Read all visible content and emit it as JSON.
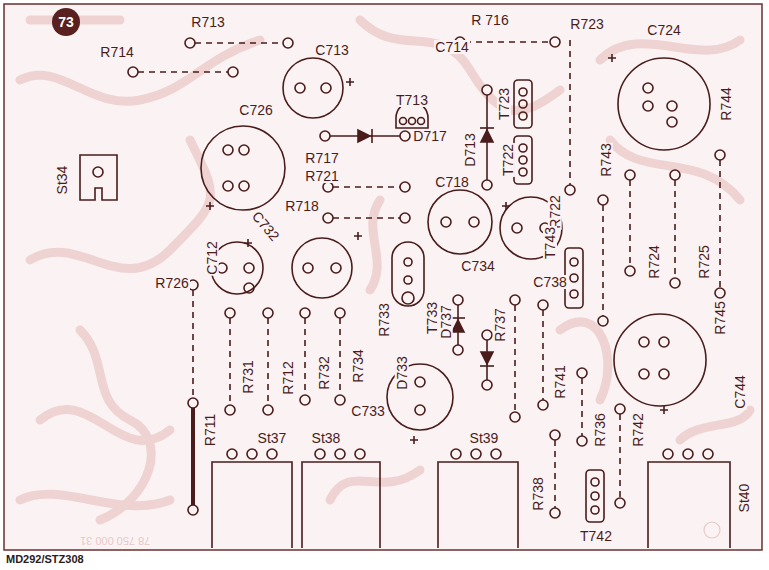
{
  "diagram": {
    "caption": "MD292/STZ308",
    "nodes": [
      {
        "text": [
          "73"
        ]
      }
    ],
    "labels": [
      "R713",
      "R714",
      "C713",
      "R 716",
      "R723",
      "C724",
      "C714",
      "T713",
      "T723",
      "D717",
      "D713",
      "C726",
      "R717",
      "T722",
      "St34",
      "R721",
      "R722",
      "R743",
      "R744",
      "R718",
      "C718",
      "C712",
      "C732",
      "R724",
      "R725",
      "R745",
      "T743",
      "C738",
      "R726",
      "C734",
      "R733",
      "T733",
      "D737",
      "R737",
      "D733",
      "R731",
      "R712",
      "R732",
      "R734",
      "R741",
      "C744",
      "C733",
      "R711",
      "St37",
      "St38",
      "St39",
      "R736",
      "R742",
      "R738",
      "T742",
      "St40",
      "78 750 000 31"
    ]
  }
}
